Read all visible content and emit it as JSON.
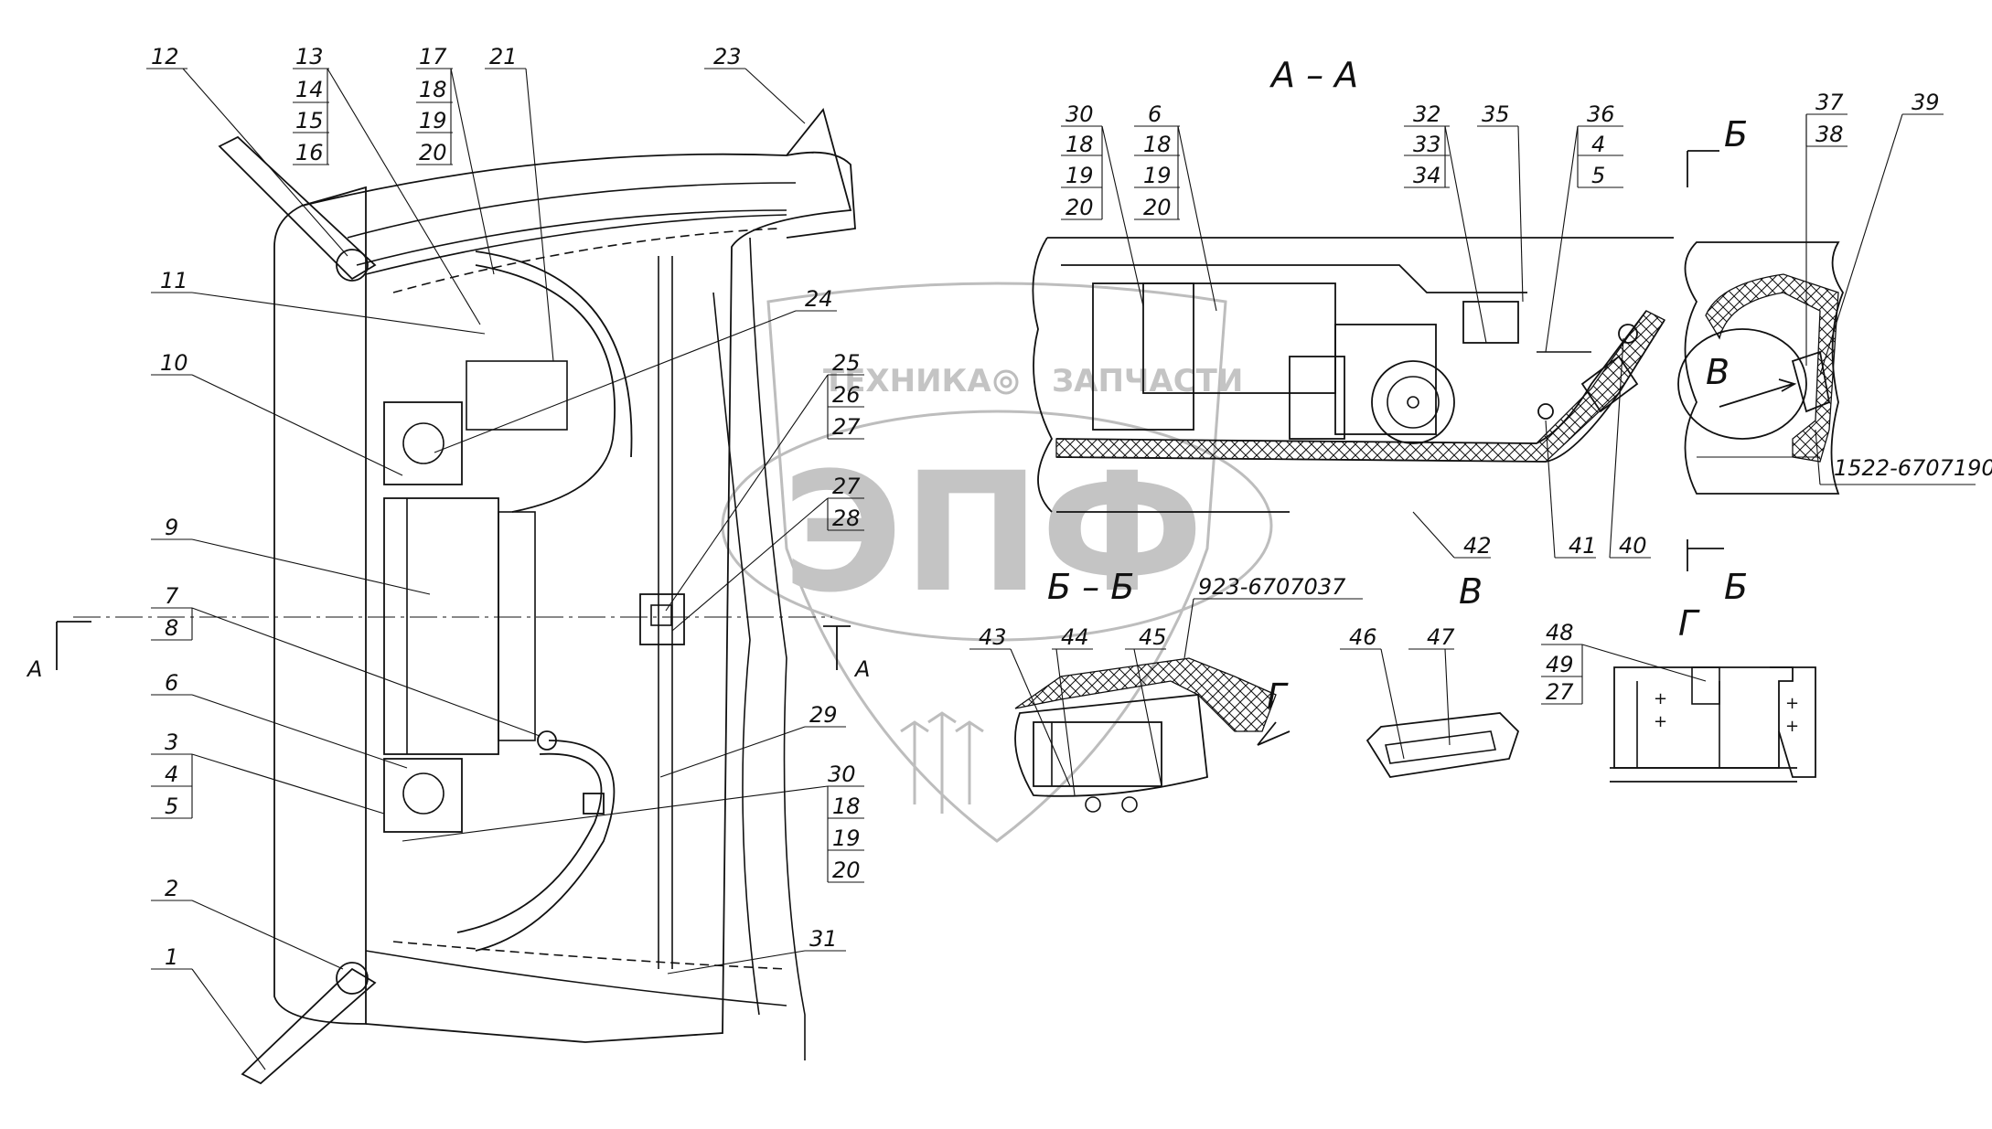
{
  "watermark": {
    "left_text": "ТЕХНИКА",
    "right_text": "ЗАПЧАСТИ",
    "logo_text": "ЭПФ",
    "gear_icon": "gear-icon"
  },
  "views": {
    "section_aa": "А – А",
    "section_bb": "Б – Б",
    "view_v": "В",
    "view_g": "Г",
    "cut_a": "А",
    "cut_b": "Б",
    "arrow_g": "Г",
    "inner_v": "В"
  },
  "part_numbers": {
    "pn_923": "923-6707037",
    "pn_1522": "1522-6707190"
  },
  "callouts": {
    "c1": "1",
    "c2": "2",
    "c3": "3",
    "c4": "4",
    "c5": "5",
    "c6": "6",
    "c7": "7",
    "c8": "8",
    "c9": "9",
    "c10": "10",
    "c11": "11",
    "c12": "12",
    "c13": "13",
    "c14": "14",
    "c15": "15",
    "c16": "16",
    "c17": "17",
    "c18": "18",
    "c19": "19",
    "c20": "20",
    "c21": "21",
    "c23": "23",
    "c24": "24",
    "c25": "25",
    "c26": "26",
    "c27": "27",
    "c27b": "27",
    "c28": "28",
    "c29": "29",
    "c30": "30",
    "c18b": "18",
    "c19b": "19",
    "c20b": "20",
    "c31": "31",
    "aa30": "30",
    "aa18": "18",
    "aa19": "19",
    "aa20": "20",
    "aa6": "6",
    "aa18b": "18",
    "aa19b": "19",
    "aa20b": "20",
    "aa32": "32",
    "aa33": "33",
    "aa34": "34",
    "aa35": "35",
    "aa36": "36",
    "aa4": "4",
    "aa5": "5",
    "aa40": "40",
    "aa41": "41",
    "aa42": "42",
    "b37": "37",
    "b38": "38",
    "b39": "39",
    "bb43": "43",
    "bb44": "44",
    "bb45": "45",
    "v46": "46",
    "v47": "47",
    "g48": "48",
    "g49": "49",
    "g27": "27"
  }
}
